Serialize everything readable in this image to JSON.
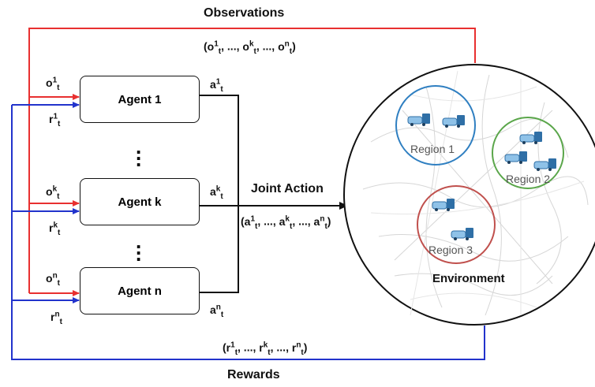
{
  "top": {
    "title": "Observations",
    "formula": "(o1t, ..., okt, ..., ont)"
  },
  "bottom": {
    "title": "Rewards",
    "formula": "(r1t, ..., rkt, ..., rnt)"
  },
  "agents": [
    {
      "label": "Agent 1",
      "obs": "o1t",
      "reward": "r1t",
      "action": "a1t"
    },
    {
      "label": "Agent k",
      "obs": "okt",
      "reward": "rkt",
      "action": "akt"
    },
    {
      "label": "Agent n",
      "obs": "ont",
      "reward": "rnt",
      "action": "ant"
    }
  ],
  "joint": {
    "title": "Joint Action",
    "formula": "(a1t, ..., akt, ..., ant)"
  },
  "environment": {
    "label": "Environment"
  },
  "regions": [
    {
      "label": "Region 1",
      "color": "#2f7fc1"
    },
    {
      "label": "Region 2",
      "color": "#5aa64a"
    },
    {
      "label": "Region 3",
      "color": "#c0504d"
    }
  ],
  "icons": {
    "vehicle": "vehicle-icon",
    "dots": "vertical-ellipsis"
  },
  "colors": {
    "observation": "#e83030",
    "reward": "#2233cc",
    "action": "#111111"
  }
}
